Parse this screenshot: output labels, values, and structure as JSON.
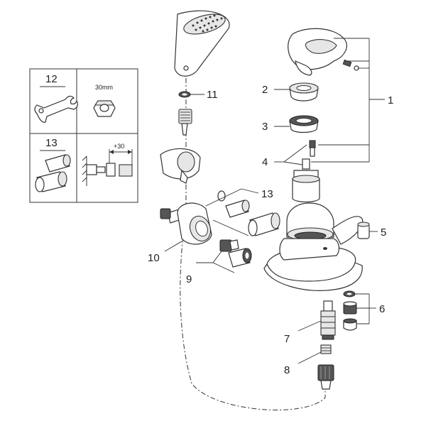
{
  "callouts": {
    "c1": "1",
    "c2": "2",
    "c3": "3",
    "c4": "4",
    "c5": "5",
    "c6": "6",
    "c7": "7",
    "c8": "8",
    "c9": "9",
    "c10": "10",
    "c11": "11",
    "c13": "13"
  },
  "inset": {
    "row1_label": "12",
    "row2_label": "13",
    "nut_size": "30mm",
    "extension": "+30"
  }
}
